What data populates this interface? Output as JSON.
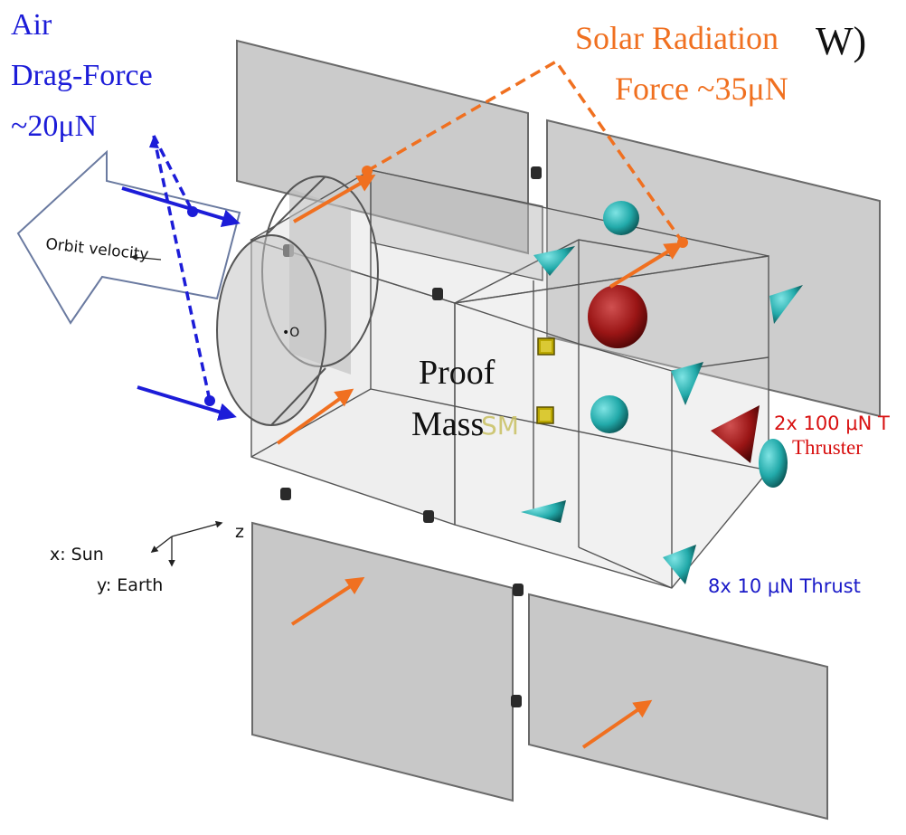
{
  "labels": {
    "drag_line1": "Air",
    "drag_line2": "Drag-Force",
    "drag_line3": "~20μN",
    "solar_line1": "Solar Radiation",
    "solar_overlap": "W)",
    "solar_line2": "Force ~35μN",
    "orbit_velocity": "Orbit velocity",
    "center_o": "•O",
    "proof": "Proof",
    "mass": "Mass",
    "sm_ghost": "SM",
    "thruster_100": "2x 100 μN T",
    "thruster_word": "Thruster",
    "thruster_10": "8x 10 μN Thrust",
    "axis_z": "z",
    "axis_x": "x: Sun",
    "axis_y": "y: Earth"
  },
  "colors": {
    "drag_blue": "#1c1cd8",
    "solar_orange": "#f07020",
    "label_red": "#d81010",
    "label_blue": "#1a1ac8",
    "panel_fill": "#c9c9c9",
    "cyan_thruster": "#1fa8a8",
    "red_thruster": "#a01818"
  }
}
